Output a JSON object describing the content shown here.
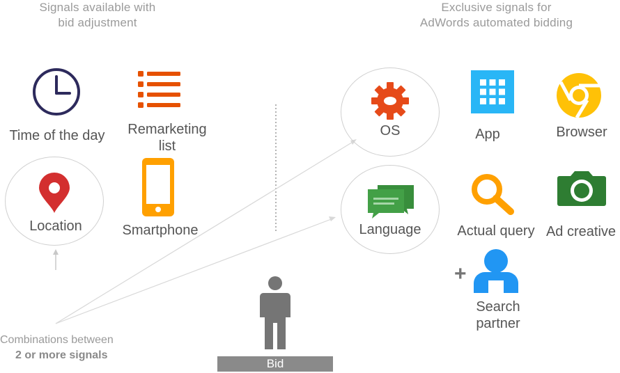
{
  "left_header": {
    "line1": "Signals available with",
    "line2": "bid adjustment"
  },
  "right_header": {
    "line1": "Exclusive signals for",
    "line2": "AdWords automated bidding"
  },
  "signals_left": {
    "time": "Time of the day",
    "remarketing_line1": "Remarketing",
    "remarketing_line2": "list",
    "location": "Location",
    "smartphone": "Smartphone"
  },
  "signals_right": {
    "os": "OS",
    "app": "App",
    "browser": "Browser",
    "language": "Language",
    "actual_query": "Actual query",
    "ad_creative": "Ad creative",
    "search_partner_line1": "Search",
    "search_partner_line2": "partner",
    "plus": "+"
  },
  "combinations": {
    "line1": "Combinations between",
    "line2": "2 or more signals"
  },
  "bid_label": "Bid",
  "colors": {
    "clock": "#2d2a5c",
    "remarketing": "#e65100",
    "pin": "#d32f2f",
    "smartphone": "#ffa000",
    "gear": "#e64a19",
    "app": "#29b6f6",
    "chrome": "#ffc107",
    "language": "#43a047",
    "search": "#ffa000",
    "camera": "#2e7d32",
    "person_blue": "#2196f3",
    "person_gray": "#757575",
    "bid_bar": "#8a8a8a"
  },
  "icons": [
    "clock-icon",
    "list-icon",
    "map-pin-icon",
    "smartphone-icon",
    "gear-icon",
    "app-grid-icon",
    "chrome-icon",
    "chat-bubbles-icon",
    "search-icon",
    "camera-icon",
    "person-icon",
    "plus-icon"
  ]
}
